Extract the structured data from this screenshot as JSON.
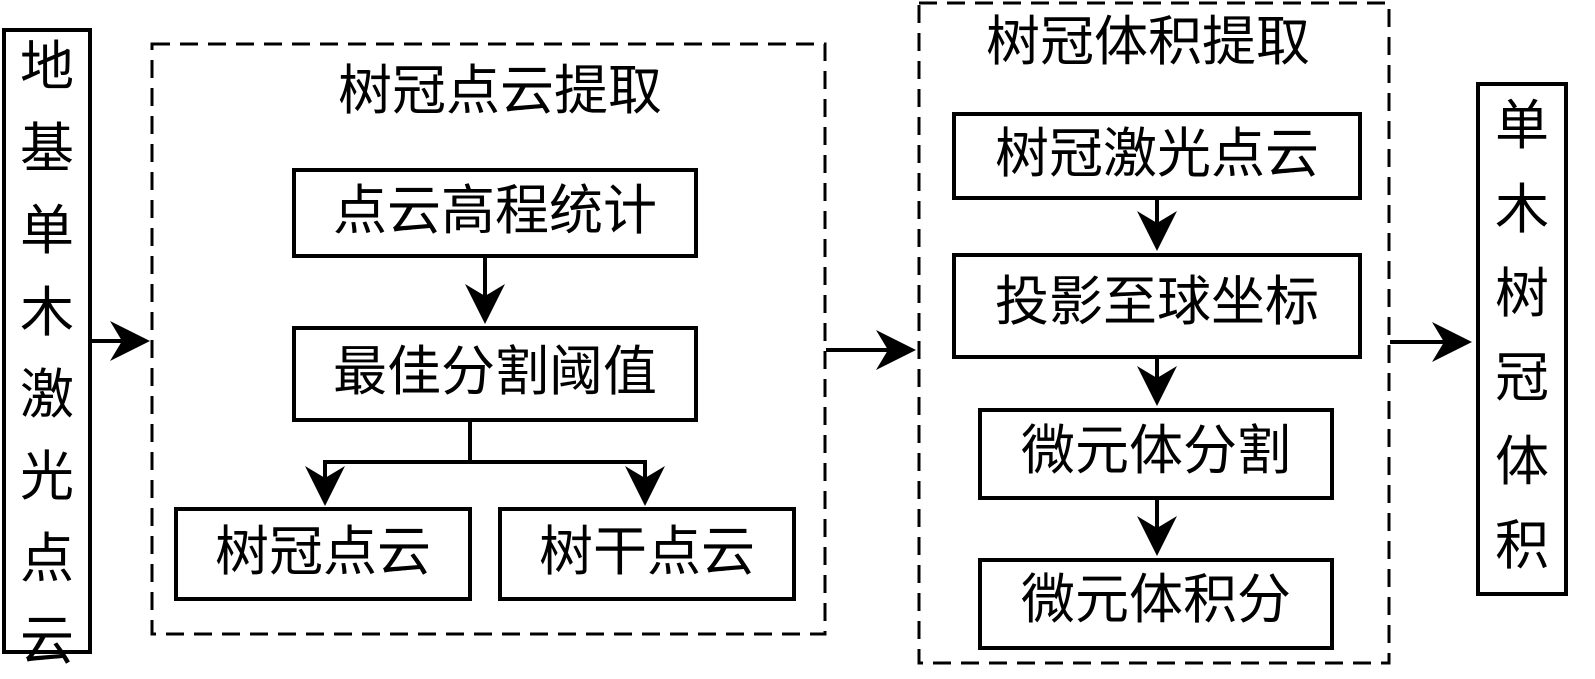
{
  "input": {
    "label": "地基单木激光点云"
  },
  "group_crown_extraction": {
    "title": "树冠点云提取",
    "steps": {
      "elevation_stats": "点云高程统计",
      "best_threshold": "最佳分割阈值",
      "crown_points": "树冠点云",
      "trunk_points": "树干点云"
    }
  },
  "group_volume_extraction": {
    "title": "树冠体积提取",
    "steps": {
      "crown_laser_points": "树冠激光点云",
      "project_spherical": "投影至球坐标",
      "micro_segmentation": "微元体分割",
      "micro_integration": "微元体积分"
    }
  },
  "output": {
    "label": "单木树冠体积"
  }
}
